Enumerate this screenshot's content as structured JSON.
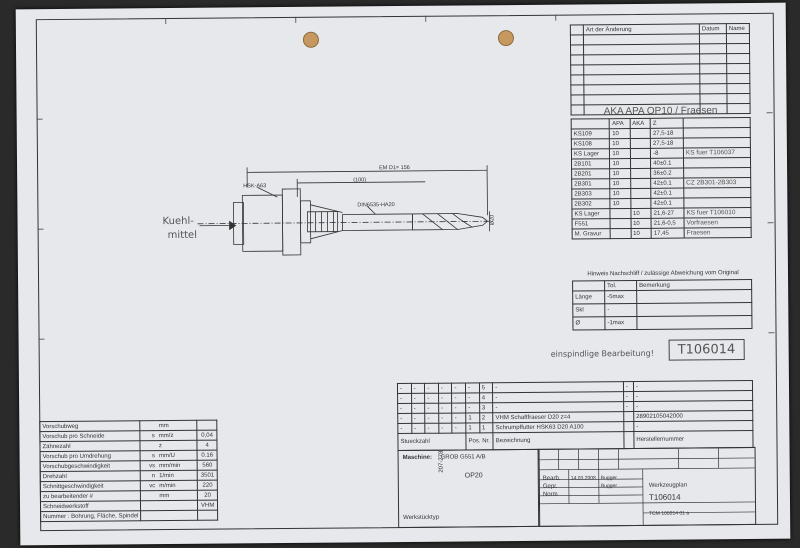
{
  "change_header": {
    "art": "Art der Änderung",
    "datum": "Datum",
    "name": "Name"
  },
  "change_rows": 8,
  "aka_title": "AKA APA OP10 / Fraesen",
  "aka_cols": [
    "",
    "APA",
    "AKA",
    "Z",
    ""
  ],
  "aka_rows": [
    [
      "KS109",
      "10",
      "",
      "27,5-18",
      ""
    ],
    [
      "KS108",
      "10",
      "",
      "27,5-18",
      ""
    ],
    [
      "KS Lager",
      "10",
      "",
      "-8",
      "KS fuer T106037"
    ],
    [
      "2B101",
      "10",
      "",
      "40±0.1",
      ""
    ],
    [
      "2B201",
      "10",
      "",
      "36±0.2",
      ""
    ],
    [
      "2B301",
      "10",
      "",
      "42±0.1",
      "CZ 2B301-2B303"
    ],
    [
      "2B303",
      "10",
      "",
      "42±0.1",
      ""
    ],
    [
      "2B302",
      "10",
      "",
      "42±0.1",
      ""
    ],
    [
      "KS Lager",
      "",
      "10",
      "21,6-27",
      "KS fuer T106010"
    ],
    [
      "F551",
      "",
      "10",
      "21,6-0,5",
      "Vorfraesen"
    ],
    [
      "M. Gravur",
      "",
      "10",
      "17,45",
      "Fraesen"
    ]
  ],
  "hinweis_title": "Hinweis Nachschliff / zulässige Abweichung vom Original",
  "hinweis_cols": [
    "",
    "Tol.",
    "Bemerkung"
  ],
  "hinweis_rows": [
    [
      "Länge",
      "-5max",
      ""
    ],
    [
      "Skl",
      "-",
      ""
    ],
    [
      "Ø",
      "-1max",
      ""
    ]
  ],
  "einspindlig": "einspindlige Bearbeitung!",
  "tool_number": "T106014",
  "drawing": {
    "kuehl": [
      "Kuehl-",
      "mittel"
    ],
    "hsk": "HSK-A63",
    "em": "EM D1= 156",
    "len100": "(100)",
    "din": "DIN6535-HA20",
    "d20": "Ø20"
  },
  "parts_rows": [
    [
      "-",
      "-",
      "-",
      "-",
      "-",
      "-",
      "5",
      "-",
      "-",
      "-"
    ],
    [
      "-",
      "-",
      "-",
      "-",
      "-",
      "-",
      "4",
      "-",
      "-",
      "-"
    ],
    [
      "-",
      "-",
      "-",
      "-",
      "-",
      "-",
      "3",
      "-",
      "-",
      "-"
    ],
    [
      "-",
      "-",
      "-",
      "-",
      "-",
      "1",
      "2",
      "VHM Schaftfraeser D20 z=4",
      "",
      "28902105042000"
    ],
    [
      "-",
      "-",
      "-",
      "-",
      "-",
      "1",
      "1",
      "Schrumpffutter HSK63 D20 A100",
      "",
      "-"
    ]
  ],
  "parts_header": {
    "stk": "Stueckzahl",
    "pos": "Pos. Nr.",
    "bez": "Bezeichnung",
    "her": "Herstellernummer"
  },
  "left_rows": [
    [
      "Vorschubweg",
      "",
      "mm",
      ""
    ],
    [
      "Vorschub pro Schneide",
      "s",
      "mm/z",
      "0,04"
    ],
    [
      "Zähnezahl",
      "",
      "z",
      "4"
    ],
    [
      "Vorschub pro Umdrehung",
      "s",
      "mm/U",
      "0.16"
    ],
    [
      "Vorschubgeschwindigkeit",
      "vs",
      "mm/min",
      "560"
    ],
    [
      "Drehzahl",
      "n",
      "1/min",
      "3501"
    ],
    [
      "Schnittgeschwindigkeit",
      "vc",
      "m/min",
      "220"
    ],
    [
      "zu bearbeitender #",
      "",
      "mm",
      "20"
    ],
    [
      "Schneidwerkstoff",
      "",
      "",
      "VHM"
    ],
    [
      "Nummer : Bohrung, Fläche, Spindel",
      "",
      "",
      ""
    ]
  ],
  "maschine_label": "Maschine:",
  "maschine_value": "GROB G551 A/B",
  "op": "OP20",
  "part_no": "207-278",
  "werkstuecktyp": "Werkstücktyp",
  "tb": {
    "benennung": "Werkzeugplan",
    "nr": "T106014",
    "zeichnung": "TCM 106014 01 a",
    "rows": [
      "Bearb.",
      "Gepr.",
      "Norm"
    ],
    "dates": [
      "14.03.2008",
      "",
      ""
    ],
    "names": [
      "Bugger",
      "Bugger",
      ""
    ]
  }
}
